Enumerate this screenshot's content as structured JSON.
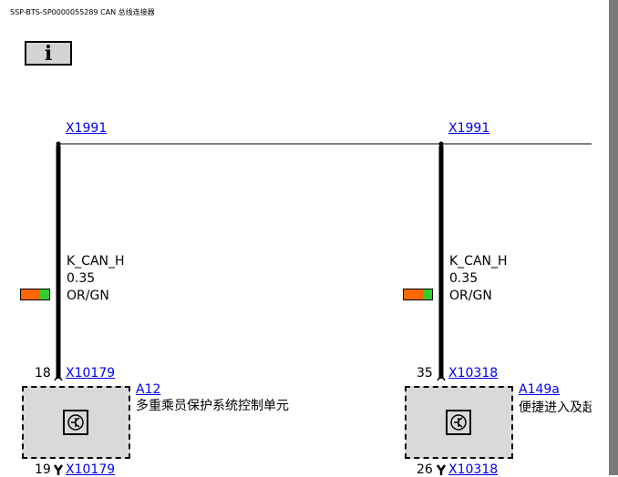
{
  "doc_title": "SSP-BTS-SP0000055289 CAN 总线连接器",
  "info_button": {
    "glyph": "i"
  },
  "colors": {
    "wire_primary": "#ff6600",
    "wire_secondary": "#33cc33",
    "component_fill": "#d9d9d9",
    "link": "#0000ee"
  },
  "left": {
    "splice": "X1991",
    "wire": {
      "name": "K_CAN_H",
      "size": "0.35",
      "color_code": "OR/GN"
    },
    "connector_top": {
      "pin": "18",
      "id": "X10179"
    },
    "connector_bottom": {
      "pin": "19",
      "id": "X10179"
    },
    "component": {
      "id": "A12",
      "name": "多重乘员保护系统控制单元"
    }
  },
  "right": {
    "splice": "X1991",
    "wire": {
      "name": "K_CAN_H",
      "size": "0.35",
      "color_code": "OR/GN"
    },
    "connector_top": {
      "pin": "35",
      "id": "X10318"
    },
    "connector_bottom": {
      "pin": "26",
      "id": "X10318"
    },
    "component": {
      "id": "A149a",
      "name": "便捷进入及起"
    }
  }
}
